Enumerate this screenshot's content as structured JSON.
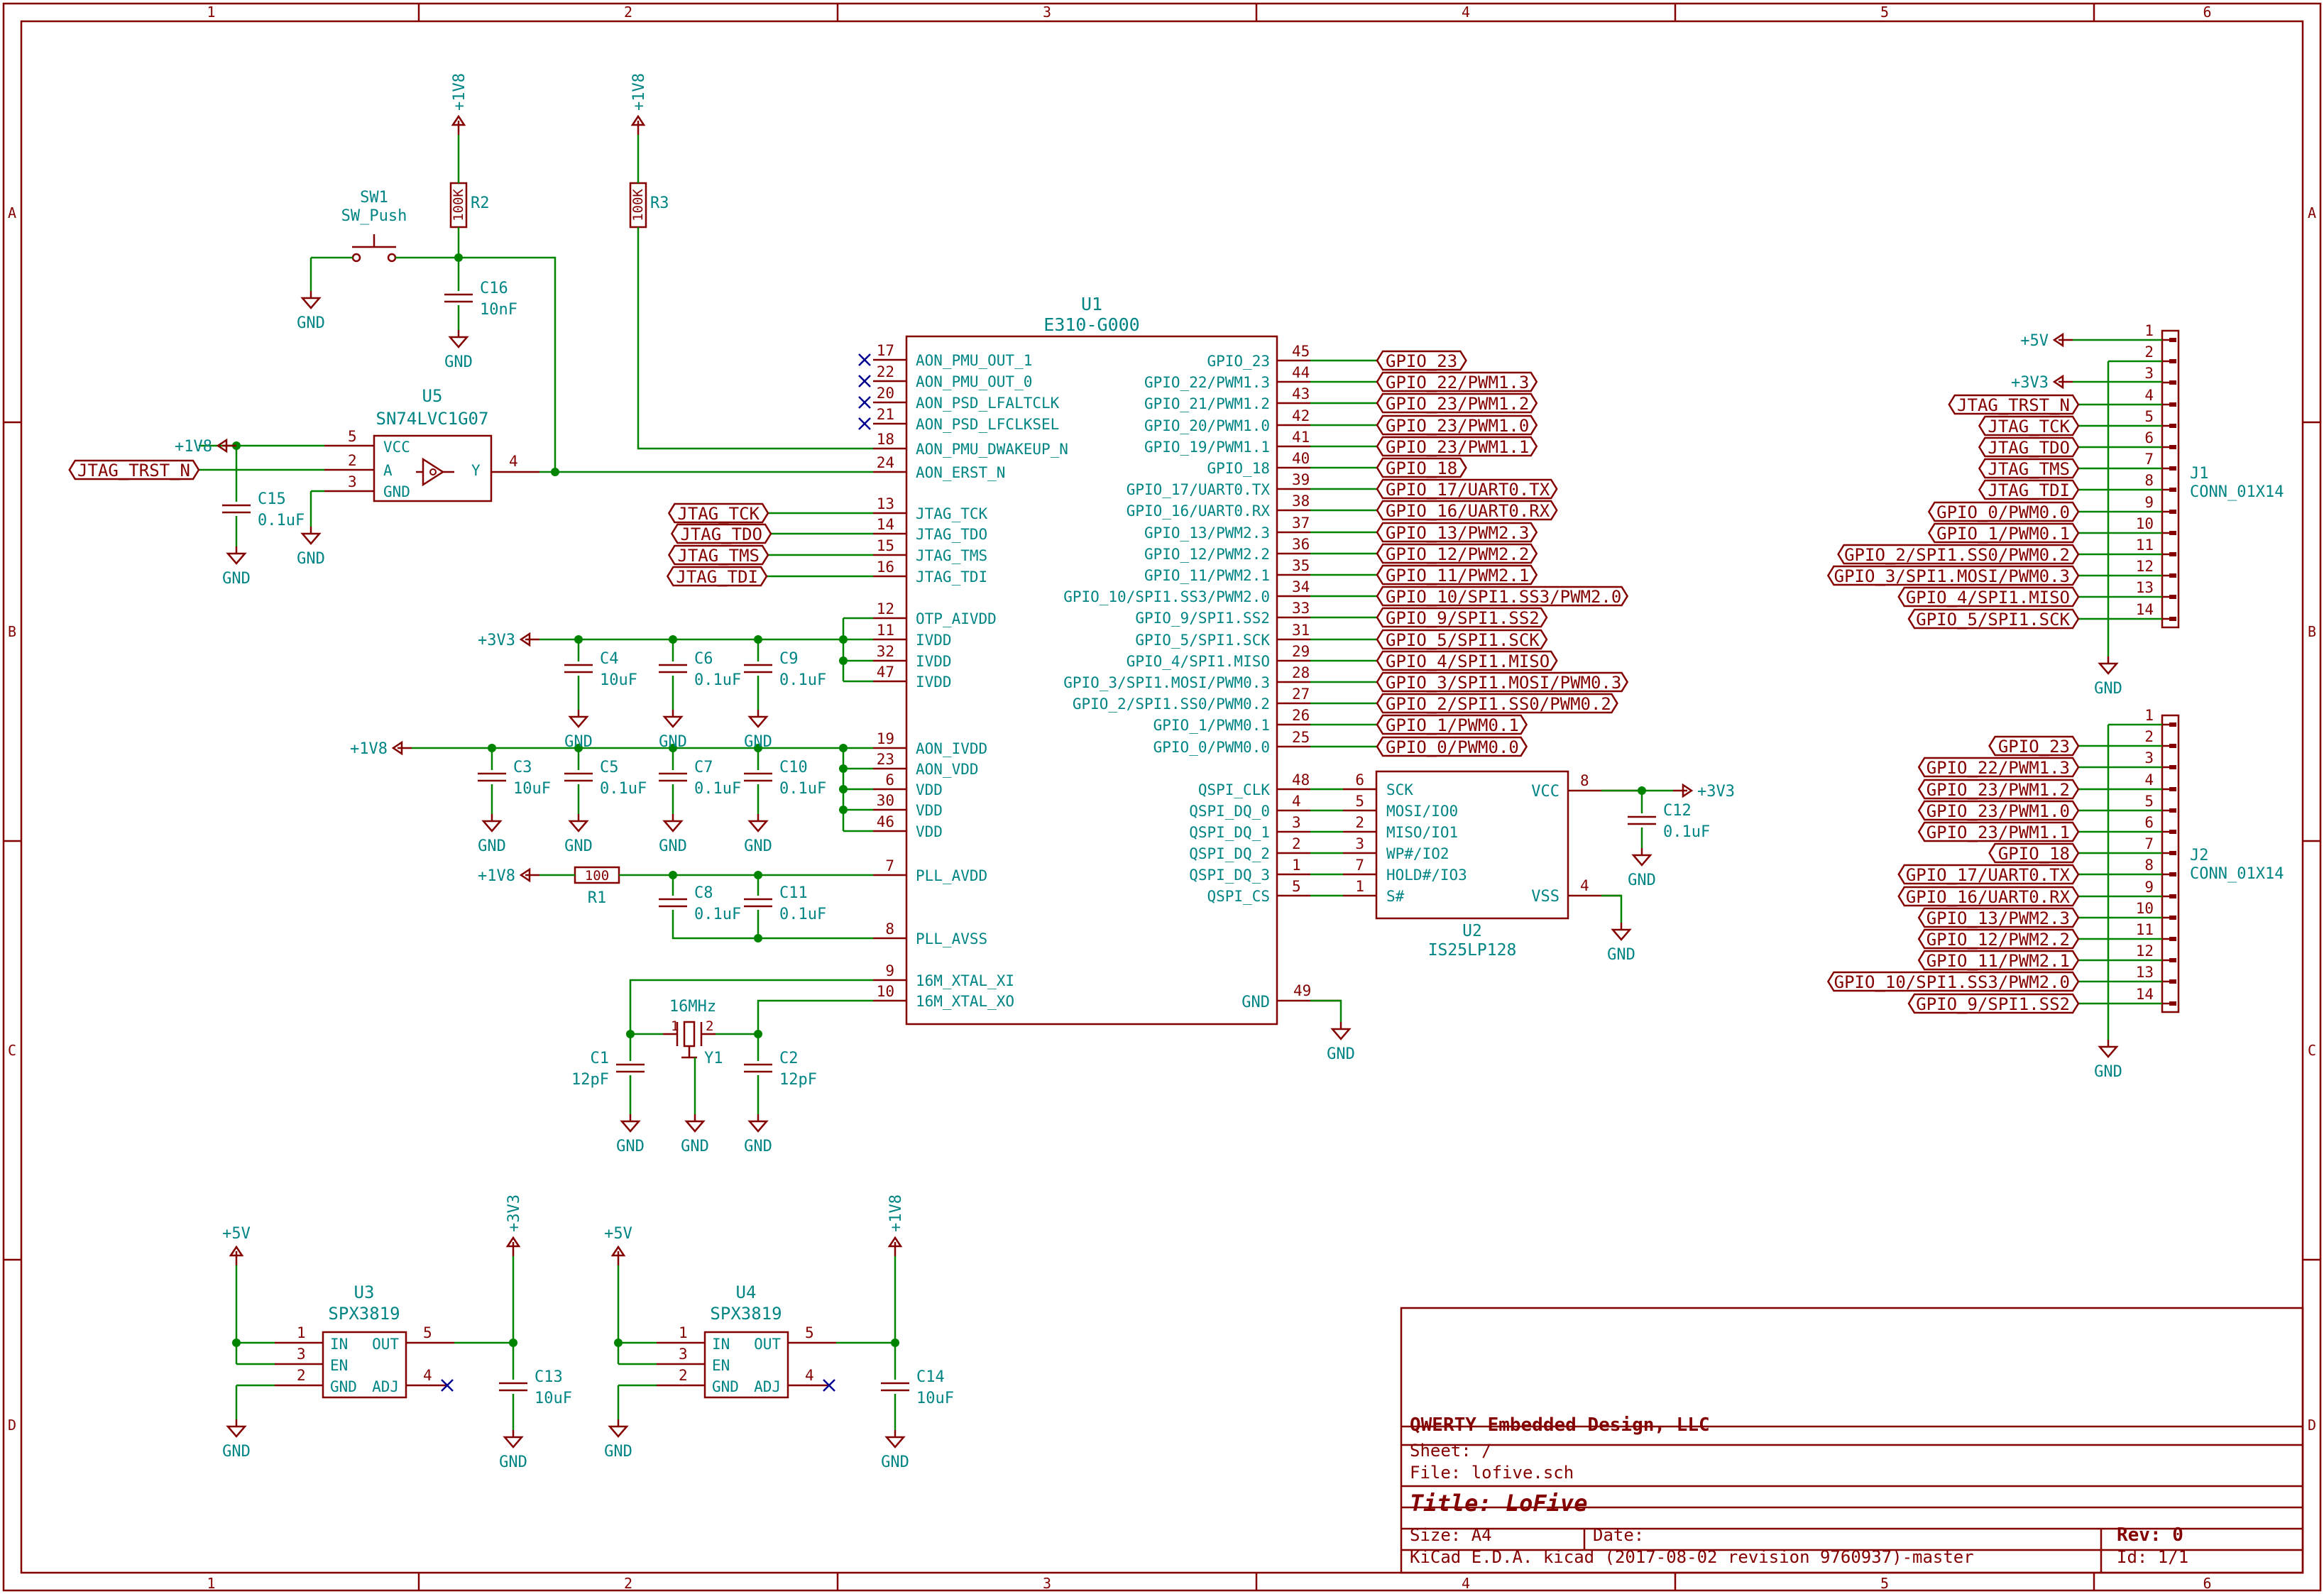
{
  "frame": {
    "cols": [
      "1",
      "2",
      "3",
      "4",
      "5",
      "6"
    ],
    "rows": [
      "A",
      "B",
      "C",
      "D"
    ]
  },
  "title_block": {
    "company": "QWERTY Embedded Design, LLC",
    "sheet": "Sheet: /",
    "file": "File: lofive.sch",
    "title": "Title: LoFive",
    "size": "Size: A4",
    "date": "Date:",
    "rev": "Rev: 0",
    "tool": "KiCad E.D.A.  kicad (2017-08-02 revision 9760937)-master",
    "id": "Id: 1/1"
  },
  "components": {
    "u1": {
      "ref": "U1",
      "value": "E310-G000",
      "left_pins": [
        {
          "num": "17",
          "name": "AON_PMU_OUT_1"
        },
        {
          "num": "22",
          "name": "AON_PMU_OUT_0"
        },
        {
          "num": "20",
          "name": "AON_PSD_LFALTCLK"
        },
        {
          "num": "21",
          "name": "AON_PSD_LFCLKSEL"
        },
        {
          "num": "18",
          "name": "AON_PMU_DWAKEUP_N"
        },
        {
          "num": "24",
          "name": "AON_ERST_N"
        },
        {
          "num": "13",
          "name": "JTAG_TCK"
        },
        {
          "num": "14",
          "name": "JTAG_TDO"
        },
        {
          "num": "15",
          "name": "JTAG_TMS"
        },
        {
          "num": "16",
          "name": "JTAG_TDI"
        },
        {
          "num": "12",
          "name": "OTP_AIVDD"
        },
        {
          "num": "11",
          "name": "IVDD"
        },
        {
          "num": "32",
          "name": "IVDD"
        },
        {
          "num": "47",
          "name": "IVDD"
        },
        {
          "num": "19",
          "name": "AON_IVDD"
        },
        {
          "num": "23",
          "name": "AON_VDD"
        },
        {
          "num": "6",
          "name": "VDD"
        },
        {
          "num": "30",
          "name": "VDD"
        },
        {
          "num": "46",
          "name": "VDD"
        },
        {
          "num": "7",
          "name": "PLL_AVDD"
        },
        {
          "num": "8",
          "name": "PLL_AVSS"
        },
        {
          "num": "9",
          "name": "16M_XTAL_XI"
        },
        {
          "num": "10",
          "name": "16M_XTAL_XO"
        }
      ],
      "right_pins": [
        {
          "num": "45",
          "name": "GPIO_23",
          "label": "GPIO_23"
        },
        {
          "num": "44",
          "name": "GPIO_22/PWM1.3",
          "label": "GPIO_22/PWM1.3"
        },
        {
          "num": "43",
          "name": "GPIO_21/PWM1.2",
          "label": "GPIO_23/PWM1.2"
        },
        {
          "num": "42",
          "name": "GPIO_20/PWM1.0",
          "label": "GPIO_23/PWM1.0"
        },
        {
          "num": "41",
          "name": "GPIO_19/PWM1.1",
          "label": "GPIO_23/PWM1.1"
        },
        {
          "num": "40",
          "name": "GPIO_18",
          "label": "GPIO_18"
        },
        {
          "num": "39",
          "name": "GPIO_17/UART0.TX",
          "label": "GPIO_17/UART0.TX"
        },
        {
          "num": "38",
          "name": "GPIO_16/UART0.RX",
          "label": "GPIO_16/UART0.RX"
        },
        {
          "num": "37",
          "name": "GPIO_13/PWM2.3",
          "label": "GPIO_13/PWM2.3"
        },
        {
          "num": "36",
          "name": "GPIO_12/PWM2.2",
          "label": "GPIO_12/PWM2.2"
        },
        {
          "num": "35",
          "name": "GPIO_11/PWM2.1",
          "label": "GPIO_11/PWM2.1"
        },
        {
          "num": "34",
          "name": "GPIO_10/SPI1.SS3/PWM2.0",
          "label": "GPIO_10/SPI1.SS3/PWM2.0"
        },
        {
          "num": "33",
          "name": "GPIO_9/SPI1.SS2",
          "label": "GPIO_9/SPI1.SS2"
        },
        {
          "num": "31",
          "name": "GPIO_5/SPI1.SCK",
          "label": "GPIO_5/SPI1.SCK"
        },
        {
          "num": "29",
          "name": "GPIO_4/SPI1.MISO",
          "label": "GPIO_4/SPI1.MISO"
        },
        {
          "num": "28",
          "name": "GPIO_3/SPI1.MOSI/PWM0.3",
          "label": "GPIO_3/SPI1.MOSI/PWM0.3"
        },
        {
          "num": "27",
          "name": "GPIO_2/SPI1.SS0/PWM0.2",
          "label": "GPIO_2/SPI1.SS0/PWM0.2"
        },
        {
          "num": "26",
          "name": "GPIO_1/PWM0.1",
          "label": "GPIO_1/PWM0.1"
        },
        {
          "num": "25",
          "name": "GPIO_0/PWM0.0",
          "label": "GPIO_0/PWM0.0"
        }
      ],
      "qspi_pins": [
        {
          "num": "48",
          "name": "QSPI_CLK"
        },
        {
          "num": "4",
          "name": "QSPI_DQ_0"
        },
        {
          "num": "3",
          "name": "QSPI_DQ_1"
        },
        {
          "num": "2",
          "name": "QSPI_DQ_2"
        },
        {
          "num": "1",
          "name": "QSPI_DQ_3"
        },
        {
          "num": "5",
          "name": "QSPI_CS"
        }
      ],
      "gnd_pin": {
        "num": "49",
        "name": "GND"
      }
    },
    "u2": {
      "ref": "U2",
      "value": "IS25LP128",
      "left_pins": [
        {
          "num": "6",
          "name": "SCK"
        },
        {
          "num": "5",
          "name": "MOSI/IO0"
        },
        {
          "num": "2",
          "name": "MISO/IO1"
        },
        {
          "num": "3",
          "name": "WP#/IO2"
        },
        {
          "num": "7",
          "name": "HOLD#/IO3"
        },
        {
          "num": "1",
          "name": "S#"
        }
      ],
      "vcc_pin": {
        "num": "8",
        "name": "VCC"
      },
      "vss_pin": {
        "num": "4",
        "name": "VSS"
      }
    },
    "u5": {
      "ref": "U5",
      "value": "SN74LVC1G07",
      "pins": [
        {
          "num": "5",
          "name": "VCC"
        },
        {
          "num": "2",
          "name": "A"
        },
        {
          "num": "3",
          "name": "GND"
        },
        {
          "num": "4",
          "name": "Y"
        }
      ]
    },
    "u3": {
      "ref": "U3",
      "value": "SPX3819",
      "pins": [
        {
          "num": "1",
          "name": "IN"
        },
        {
          "num": "3",
          "name": "EN"
        },
        {
          "num": "2",
          "name": "GND"
        },
        {
          "num": "5",
          "name": "OUT"
        },
        {
          "num": "4",
          "name": "ADJ"
        }
      ]
    },
    "u4": {
      "ref": "U4",
      "value": "SPX3819",
      "pins": [
        {
          "num": "1",
          "name": "IN"
        },
        {
          "num": "3",
          "name": "EN"
        },
        {
          "num": "2",
          "name": "GND"
        },
        {
          "num": "5",
          "name": "OUT"
        },
        {
          "num": "4",
          "name": "ADJ"
        }
      ]
    },
    "sw1": {
      "ref": "SW1",
      "value": "SW_Push"
    },
    "r1": {
      "ref": "R1",
      "value": "100"
    },
    "r2": {
      "ref": "R2",
      "value": "100K"
    },
    "r3": {
      "ref": "R3",
      "value": "100K"
    },
    "y1": {
      "ref": "Y1",
      "value": "16MHz",
      "pin1": "1",
      "pin2": "2"
    },
    "c1": {
      "ref": "C1",
      "value": "12pF"
    },
    "c2": {
      "ref": "C2",
      "value": "12pF"
    },
    "c3": {
      "ref": "C3",
      "value": "10uF"
    },
    "c4": {
      "ref": "C4",
      "value": "10uF"
    },
    "c5": {
      "ref": "C5",
      "value": "0.1uF"
    },
    "c6": {
      "ref": "C6",
      "value": "0.1uF"
    },
    "c7": {
      "ref": "C7",
      "value": "0.1uF"
    },
    "c8": {
      "ref": "C8",
      "value": "0.1uF"
    },
    "c9": {
      "ref": "C9",
      "value": "0.1uF"
    },
    "c10": {
      "ref": "C10",
      "value": "0.1uF"
    },
    "c11": {
      "ref": "C11",
      "value": "0.1uF"
    },
    "c12": {
      "ref": "C12",
      "value": "0.1uF"
    },
    "c13": {
      "ref": "C13",
      "value": "10uF"
    },
    "c14": {
      "ref": "C14",
      "value": "10uF"
    },
    "c15": {
      "ref": "C15",
      "value": "0.1uF"
    },
    "c16": {
      "ref": "C16",
      "value": "10nF"
    },
    "j1": {
      "ref": "J1",
      "value": "CONN_01X14",
      "pins": [
        {
          "num": "1",
          "net": "+5V"
        },
        {
          "num": "2",
          "net": "GND"
        },
        {
          "num": "3",
          "net": "+3V3"
        },
        {
          "num": "4",
          "net": "JTAG_TRST_N"
        },
        {
          "num": "5",
          "net": "JTAG_TCK"
        },
        {
          "num": "6",
          "net": "JTAG_TDO"
        },
        {
          "num": "7",
          "net": "JTAG_TMS"
        },
        {
          "num": "8",
          "net": "JTAG_TDI"
        },
        {
          "num": "9",
          "net": "GPIO_0/PWM0.0"
        },
        {
          "num": "10",
          "net": "GPIO_1/PWM0.1"
        },
        {
          "num": "11",
          "net": "GPIO_2/SPI1.SS0/PWM0.2"
        },
        {
          "num": "12",
          "net": "GPIO_3/SPI1.MOSI/PWM0.3"
        },
        {
          "num": "13",
          "net": "GPIO_4/SPI1.MISO"
        },
        {
          "num": "14",
          "net": "GPIO_5/SPI1.SCK"
        }
      ]
    },
    "j2": {
      "ref": "J2",
      "value": "CONN_01X14",
      "pins": [
        {
          "num": "1",
          "net": "GND"
        },
        {
          "num": "2",
          "net": "GPIO_23"
        },
        {
          "num": "3",
          "net": "GPIO_22/PWM1.3"
        },
        {
          "num": "4",
          "net": "GPIO_23/PWM1.2"
        },
        {
          "num": "5",
          "net": "GPIO_23/PWM1.0"
        },
        {
          "num": "6",
          "net": "GPIO_23/PWM1.1"
        },
        {
          "num": "7",
          "net": "GPIO_18"
        },
        {
          "num": "8",
          "net": "GPIO_17/UART0.TX"
        },
        {
          "num": "9",
          "net": "GPIO_16/UART0.RX"
        },
        {
          "num": "10",
          "net": "GPIO_13/PWM2.3"
        },
        {
          "num": "11",
          "net": "GPIO_12/PWM2.2"
        },
        {
          "num": "12",
          "net": "GPIO_11/PWM2.1"
        },
        {
          "num": "13",
          "net": "GPIO_10/SPI1.SS3/PWM2.0"
        },
        {
          "num": "14",
          "net": "GPIO_9/SPI1.SS2"
        }
      ]
    }
  },
  "nets": {
    "gnd": "GND",
    "v1v8": "+1V8",
    "v3v3": "+3V3",
    "v5": "+5V",
    "jtag_trst": "JTAG_TRST_N",
    "jtag_tck": "JTAG_TCK",
    "jtag_tdo": "JTAG_TDO",
    "jtag_tms": "JTAG_TMS",
    "jtag_tdi": "JTAG_TDI"
  },
  "colors": {
    "wire": "#008400",
    "component": "#840000",
    "pin_text": "#008484",
    "frame": "#840000"
  }
}
